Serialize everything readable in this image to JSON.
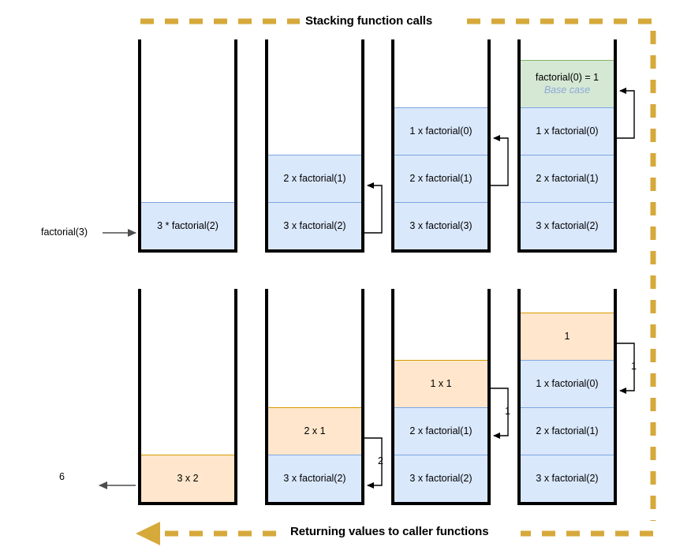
{
  "colors": {
    "flow_gold": "#D6A93B",
    "call_fill": "#DAE8FC",
    "call_stroke": "#7EA6E0",
    "return_fill": "#FFE6CC",
    "return_stroke": "#D79B00",
    "base_fill": "#D5E8D4",
    "base_stroke": "#82B366",
    "stack_wall": "#000000",
    "arrow_gray": "#4D4D4D",
    "base_case_text": "#8CA9D6"
  },
  "captions": {
    "top": "Stacking function calls",
    "bottom": "Returning values to caller functions"
  },
  "labels": {
    "entry_call": "factorial(3)",
    "final_result": "6"
  },
  "top_row": {
    "stacks": [
      {
        "id": "top-stack-1",
        "frames": [
          {
            "text": "3 * factorial(2)",
            "kind": "call"
          }
        ]
      },
      {
        "id": "top-stack-2",
        "frames": [
          {
            "text": "2 x factorial(1)",
            "kind": "call"
          },
          {
            "text": "3 x factorial(2)",
            "kind": "call"
          }
        ]
      },
      {
        "id": "top-stack-3",
        "frames": [
          {
            "text": "1 x factorial(0)",
            "kind": "call"
          },
          {
            "text": "2 x factorial(1)",
            "kind": "call"
          },
          {
            "text": "3 x factorial(3)",
            "kind": "call"
          }
        ]
      },
      {
        "id": "top-stack-4",
        "frames": [
          {
            "text": "factorial(0) = 1",
            "sub": "Base case",
            "kind": "base"
          },
          {
            "text": "1 x factorial(0)",
            "kind": "call"
          },
          {
            "text": "2 x factorial(1)",
            "kind": "call"
          },
          {
            "text": "3 x factorial(2)",
            "kind": "call"
          }
        ]
      }
    ]
  },
  "bottom_row": {
    "stacks": [
      {
        "id": "bottom-stack-1",
        "frames": [
          {
            "text": "3 x 2",
            "kind": "ret"
          }
        ]
      },
      {
        "id": "bottom-stack-2",
        "frames": [
          {
            "text": "2 x 1",
            "kind": "ret"
          },
          {
            "text": "3 x factorial(2)",
            "kind": "call"
          }
        ]
      },
      {
        "id": "bottom-stack-3",
        "frames": [
          {
            "text": "1 x 1",
            "kind": "ret"
          },
          {
            "text": "2 x factorial(1)",
            "kind": "call"
          },
          {
            "text": "3 x factorial(2)",
            "kind": "call"
          }
        ]
      },
      {
        "id": "bottom-stack-4",
        "frames": [
          {
            "text": "1",
            "kind": "ret"
          },
          {
            "text": "1 x factorial(0)",
            "kind": "call"
          },
          {
            "text": "2 x factorial(1)",
            "kind": "call"
          },
          {
            "text": "3 x factorial(2)",
            "kind": "call"
          }
        ]
      }
    ]
  },
  "connector_labels": {
    "return_1_from_stack4": "1",
    "return_1_from_stack3": "1",
    "return_2_from_stack2": "2"
  }
}
